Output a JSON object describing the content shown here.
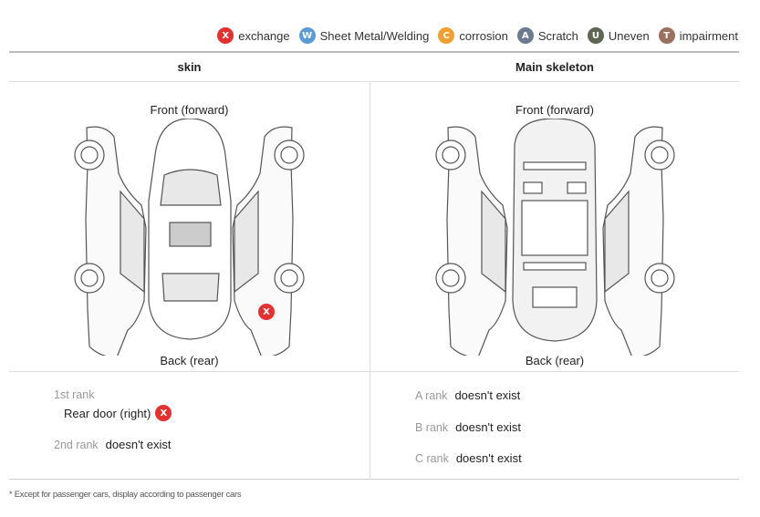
{
  "legend": [
    {
      "letter": "X",
      "label": "exchange",
      "color": "#e63030"
    },
    {
      "letter": "W",
      "label": "Sheet Metal/Welding",
      "color": "#5b9bd5"
    },
    {
      "letter": "C",
      "label": "corrosion",
      "color": "#f0a030"
    },
    {
      "letter": "A",
      "label": "Scratch",
      "color": "#6d7a90"
    },
    {
      "letter": "U",
      "label": "Uneven",
      "color": "#5c6650"
    },
    {
      "letter": "T",
      "label": "impairment",
      "color": "#9a7060"
    }
  ],
  "table": {
    "skin_header": "skin",
    "skeleton_header": "Main skeleton"
  },
  "skin": {
    "front_label": "Front (forward)",
    "back_label": "Back (rear)",
    "mark_letter": "X",
    "rank1_name": "1st rank",
    "rank1_value": "Rear door (right)",
    "rank1_badge": "X",
    "rank2_name": "2nd rank",
    "rank2_value": "doesn't exist"
  },
  "skeleton": {
    "front_label": "Front (forward)",
    "back_label": "Back (rear)",
    "a_name": "A rank",
    "a_value": "doesn't exist",
    "b_name": "B rank",
    "b_value": "doesn't exist",
    "c_name": "C rank",
    "c_value": "doesn't exist"
  },
  "footnote": "* Except for passenger cars, display according to passenger cars"
}
